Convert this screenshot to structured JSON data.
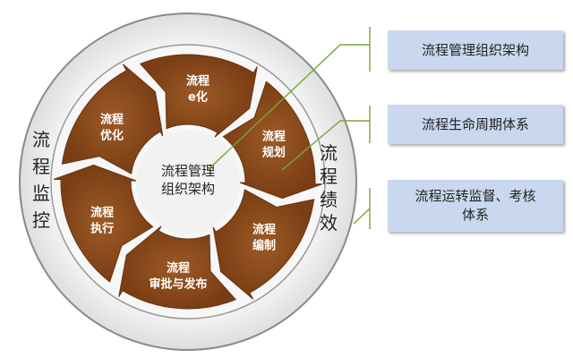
{
  "center": {
    "line1": "流程管理",
    "line2": "组织架构"
  },
  "segments": [
    {
      "id": "e",
      "line1": "流程",
      "line2": "e化"
    },
    {
      "id": "plan",
      "line1": "流程",
      "line2": "规划"
    },
    {
      "id": "compile",
      "line1": "流程",
      "line2": "编制"
    },
    {
      "id": "approve",
      "line1": "流程",
      "line2": "审批与发布"
    },
    {
      "id": "exec",
      "line1": "流程",
      "line2": "执行"
    },
    {
      "id": "opt",
      "line1": "流程",
      "line2": "优化"
    }
  ],
  "ring_left": [
    "流",
    "程",
    "监",
    "控"
  ],
  "ring_right": [
    "流",
    "程",
    "绩",
    "效"
  ],
  "boxes": [
    {
      "line1": "流程管理组织架构",
      "line2": ""
    },
    {
      "line1": "流程生命周期体系",
      "line2": ""
    },
    {
      "line1": "流程运转监督、考核",
      "line2": "体系"
    }
  ],
  "colors": {
    "segment": "#8b4a1c",
    "segment_dark": "#6a3410",
    "ring_fill": "#ededed",
    "ring_stroke": "#8a8a8a",
    "box_fill": "#c9d8ee",
    "connector": "#7aa63c"
  }
}
